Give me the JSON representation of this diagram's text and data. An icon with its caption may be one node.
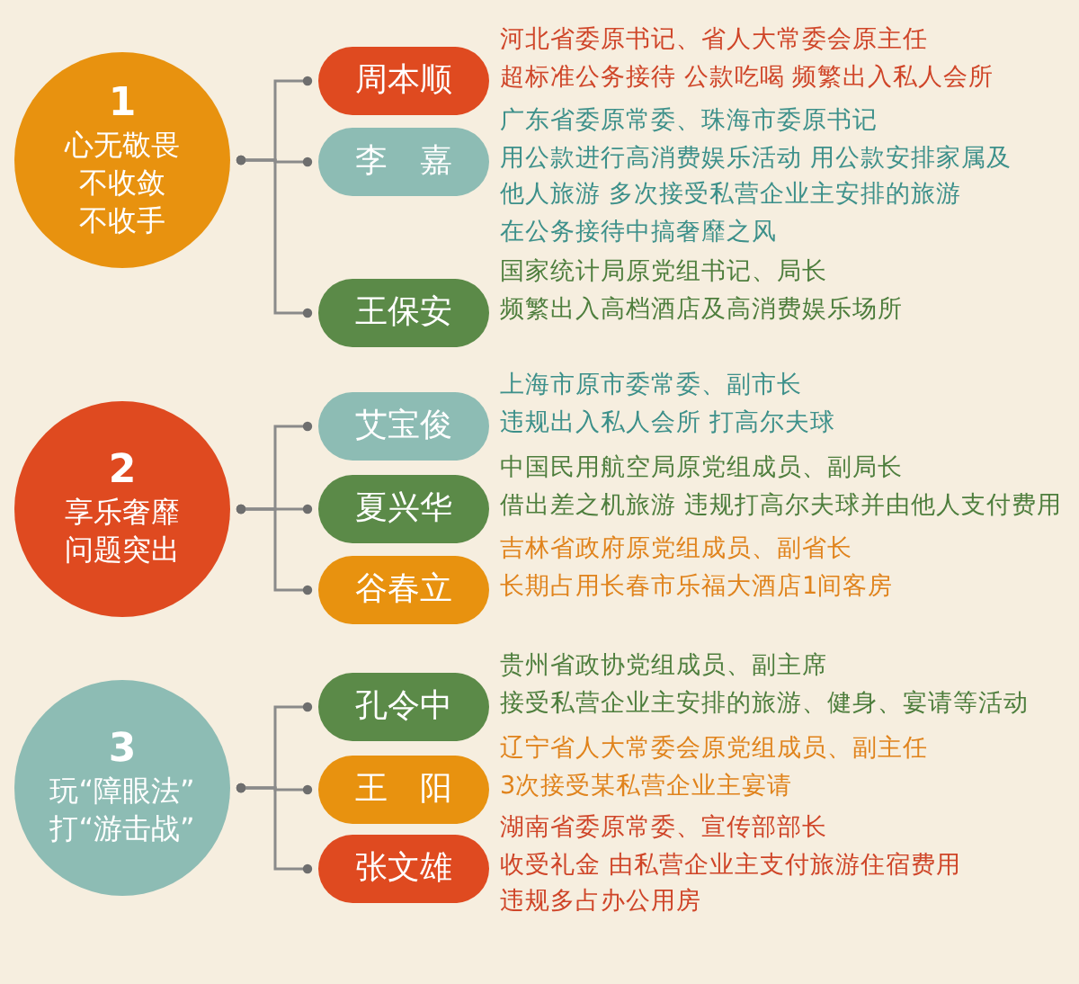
{
  "diagram": {
    "nodes": [
      {
        "text": [
          "1",
          "心无敬畏",
          "不收敛",
          "不收手"
        ]
      },
      {
        "text": [
          "周本顺"
        ],
        "beside": [
          "河北省委原书记、省人大常委会原主任",
          "超标准公务接待 公款吃喝 频繁出入私人会所"
        ]
      },
      {
        "text": [
          "李嘉"
        ],
        "beside": [
          "广东省委原常委、珠海市委原书记",
          "用公款进行高消费娱乐活动 用公款安排家属及",
          "他人旅游 多次接受私营企业主安排的旅游",
          "在公务接待中搞奢靡之风"
        ]
      },
      {
        "text": [
          "王保安"
        ],
        "beside": [
          "国家统计局原党组书记、局长",
          "频繁出入高档酒店及高消费娱乐场所"
        ]
      },
      {
        "text": [
          "2",
          "享乐奢靡",
          "问题突出"
        ]
      },
      {
        "text": [
          "艾宝俊"
        ],
        "beside": [
          "上海市原市委常委、副市长",
          "违规出入私人会所 打高尔夫球"
        ]
      },
      {
        "text": [
          "夏兴华"
        ],
        "beside": [
          "中国民用航空局原党组成员、副局长",
          "借出差之机旅游 违规打高尔夫球并由他人支付费用"
        ]
      },
      {
        "text": [
          "谷春立"
        ],
        "beside": [
          "吉林省政府原党组成员、副省长",
          "长期占用长春市乐福大酒店1间客房"
        ]
      },
      {
        "text": [
          "3",
          "玩“障眼法”",
          "打“游击战”"
        ]
      },
      {
        "text": [
          "孔令中"
        ],
        "beside": [
          "贵州省政协党组成员、副主席",
          "接受私营企业主安排的旅游、健身、宴请等活动"
        ]
      },
      {
        "text": [
          "王阳"
        ],
        "beside": [
          "辽宁省人大常委会原党组成员、副主任",
          "3次接受某私营企业主宴请"
        ]
      },
      {
        "text": [
          "张文雄"
        ],
        "beside": [
          "湖南省委原常委、宣传部部长",
          "收受礼金 由私营企业主支付旅游住宿费用",
          "违规多占办公用房"
        ]
      }
    ],
    "edges": [
      {
        "from": 0,
        "to": 1,
        "arrow": "other"
      },
      {
        "from": 0,
        "to": 2,
        "arrow": "other"
      },
      {
        "from": 0,
        "to": 3,
        "arrow": "other"
      },
      {
        "from": 4,
        "to": 5,
        "arrow": "other"
      },
      {
        "from": 4,
        "to": 6,
        "arrow": "other"
      },
      {
        "from": 4,
        "to": 7,
        "arrow": "other"
      },
      {
        "from": 8,
        "to": 9,
        "arrow": "other"
      },
      {
        "from": 8,
        "to": 10,
        "arrow": "other"
      },
      {
        "from": 8,
        "to": 11,
        "arrow": "other"
      }
    ]
  }
}
